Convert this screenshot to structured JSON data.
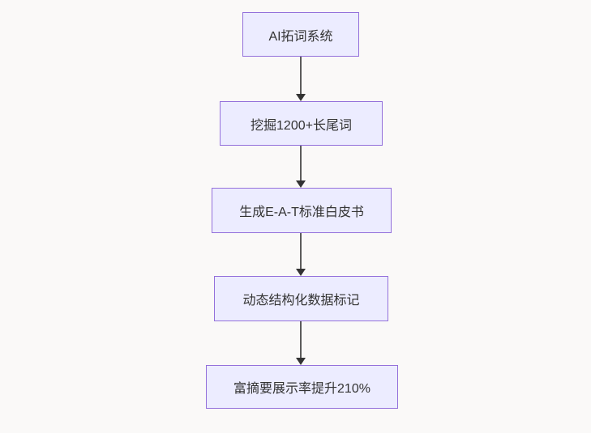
{
  "diagram": {
    "type": "flowchart",
    "direction": "top-down",
    "nodes": [
      {
        "id": "n1",
        "label": "AI拓词系统"
      },
      {
        "id": "n2",
        "label": "挖掘1200+长尾词"
      },
      {
        "id": "n3",
        "label": "生成E-A-T标准白皮书"
      },
      {
        "id": "n4",
        "label": "动态结构化数据标记"
      },
      {
        "id": "n5",
        "label": "富摘要展示率提升210%"
      }
    ],
    "edges": [
      {
        "from": "n1",
        "to": "n2",
        "arrow": "down"
      },
      {
        "from": "n2",
        "to": "n3",
        "arrow": "down"
      },
      {
        "from": "n3",
        "to": "n4",
        "arrow": "down"
      },
      {
        "from": "n4",
        "to": "n5",
        "arrow": "down"
      }
    ],
    "colors": {
      "node_fill": "#ececff",
      "node_border": "#9370db",
      "node_text": "#333333",
      "edge_line": "#5b5b5b",
      "arrowhead": "#333333",
      "background": "#faf9f8"
    }
  }
}
